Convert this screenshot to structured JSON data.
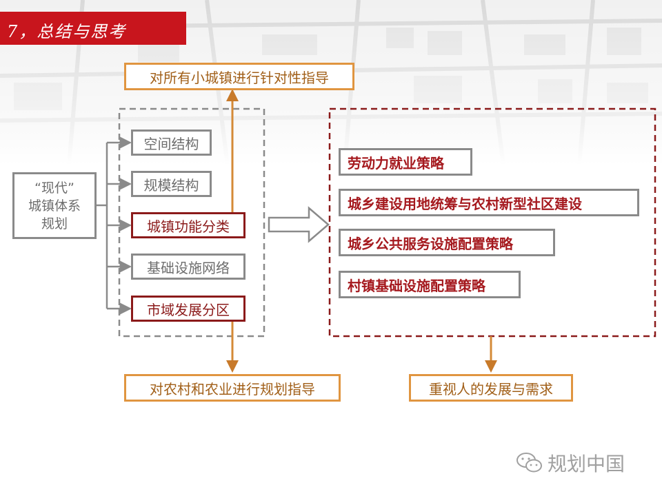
{
  "title": "7，总结与思考",
  "source_box": {
    "line1": "“现代”",
    "line2": "城镇体系",
    "line3": "规划"
  },
  "categories": [
    {
      "label": "空间结构",
      "highlight": false
    },
    {
      "label": "规模结构",
      "highlight": false
    },
    {
      "label": "城镇功能分类",
      "highlight": true
    },
    {
      "label": "基础设施网络",
      "highlight": false
    },
    {
      "label": "市域发展分区",
      "highlight": true
    }
  ],
  "top_guidance": "对所有小城镇进行针对性指导",
  "bottom_guidance": "对农村和农业进行规划指导",
  "strategies": [
    "劳动力就业策略",
    "城乡建设用地统筹与农村新型社区建设",
    "城乡公共服务设施配置策略",
    "村镇基础设施配置策略"
  ],
  "result": "重视人的发展与需求",
  "watermark": "规划中国",
  "colors": {
    "title_bar": "#c8151d",
    "accent_orange": "#e09540",
    "dark_red": "#8b1a1a",
    "gray": "#8a8a8a"
  }
}
